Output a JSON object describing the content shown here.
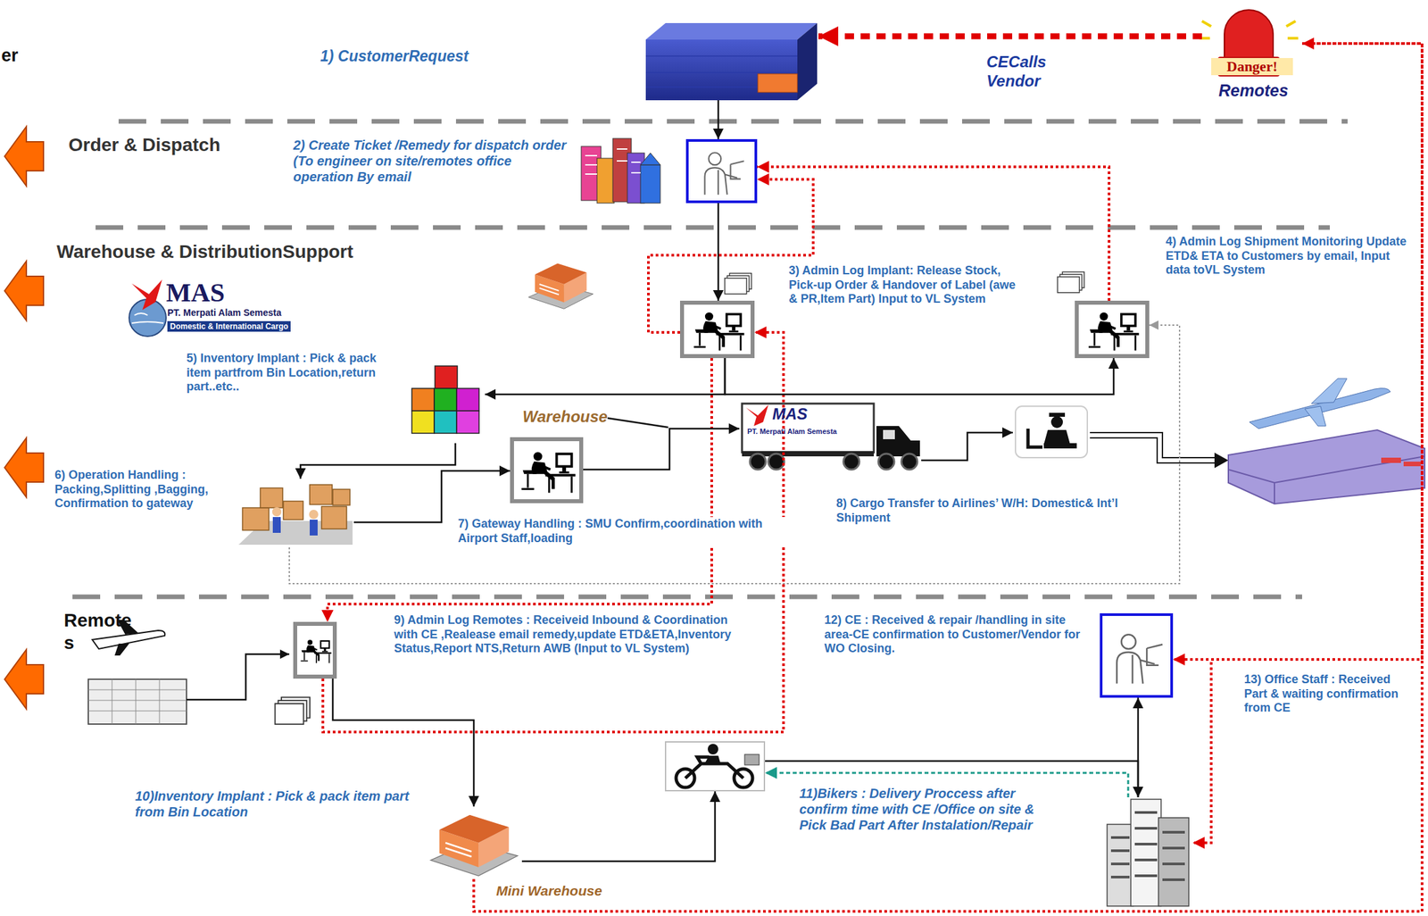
{
  "diagram": {
    "nodes": [
      {
        "text": [
          "1) CustomerRequest"
        ]
      },
      {
        "text": [
          "Danger!",
          "Remotes"
        ]
      },
      {
        "text": [
          "2) Create Ticket /Remedy for dispatch order (To engineer on site/remotes office operation By email"
        ]
      },
      {
        "text": [
          "3) Admin Log Implant: Release Stock, Pick-up Order & Handover of Label (awe & PR,Item Part) Input to VL System"
        ]
      },
      {
        "text": [
          "4) Admin Log Shipment Monitoring Update ETD& ETA to Customers by email, Input data toVL System"
        ]
      },
      {
        "text": [
          "5) Inventory Implant : Pick & pack item partfrom Bin Location,return part..etc.."
        ]
      },
      {
        "text": [
          "6) Operation Handling : Packing,Splitting ,Bagging, Confirmation to gateway"
        ]
      },
      {
        "text": [
          "7) Gateway Handling : SMU Confirm,coordination with Airport Staff,loading"
        ]
      },
      {
        "text": [
          "MAS",
          "PT. Merpati Alam Semesta"
        ]
      },
      {
        "text": [
          "8) Cargo Transfer to Airlines’ W/H: Domestic& Int’l Shipment"
        ]
      },
      {
        "text": [
          "9) Admin Log Remotes : Receiveid Inbound & Coordination with CE ,Realease email remedy,update ETD&ETA,Inventory Status,Report NTS,Return AWB (Input to VL System)"
        ]
      },
      {
        "text": [
          "10)Inventory Implant : Pick & pack item part from Bin Location",
          "Mini Warehouse"
        ]
      },
      {
        "text": [
          "11)Bikers : Delivery Proccess after confirm time with CE /Office on site & Pick Bad Part After Instalation/Repair"
        ]
      },
      {
        "text": [
          "12) CE : Received & repair /handling in site area-CE confirmation to Customer/Vendor for WO Closing."
        ]
      },
      {
        "text": [
          "13) Office Staff : Received Part & waiting confirmation from CE"
        ]
      }
    ],
    "edges": [
      {
        "from": 0,
        "to": 2,
        "arrow": "to"
      },
      {
        "from": 1,
        "to": 0,
        "label": "CECalls Vendor",
        "arrow": "to"
      },
      {
        "from": 2,
        "to": 3,
        "arrow": "to"
      },
      {
        "from": 3,
        "to": 2,
        "arrow": "to"
      },
      {
        "from": 4,
        "to": 2,
        "arrow": "to"
      },
      {
        "from": 3,
        "to": 10,
        "arrow": "to"
      },
      {
        "from": 10,
        "to": 3,
        "arrow": "to"
      },
      {
        "from": 3,
        "to": 5,
        "arrow": "to"
      },
      {
        "from": 3,
        "to": 4,
        "arrow": "to"
      },
      {
        "from": 5,
        "to": 6,
        "arrow": "to"
      },
      {
        "from": 6,
        "to": 7,
        "arrow": "to"
      },
      {
        "from": 7,
        "to": 8,
        "arrow": "to"
      },
      {
        "from": 8,
        "to": 9,
        "arrow": "to"
      },
      {
        "from": 6,
        "to": 4,
        "arrow": "to"
      },
      {
        "from": 10,
        "to": 11,
        "arrow": "to"
      },
      {
        "from": 11,
        "to": 12,
        "arrow": "to"
      },
      {
        "from": 13,
        "to": 14,
        "arrow": "both"
      },
      {
        "from": 12,
        "to": 14,
        "arrow": "none"
      },
      {
        "from": 14,
        "to": 12,
        "arrow": "to"
      },
      {
        "from": 11,
        "to": 1,
        "arrow": "to"
      },
      {
        "from": 1,
        "to": 13,
        "arrow": "to"
      },
      {
        "from": 1,
        "to": 14,
        "arrow": "to"
      }
    ],
    "labels": [
      "er",
      "Order & Dispatch",
      "Warehouse & DistributionSupport",
      "MAS",
      "PT. Merpati Alam Semesta",
      "Domestic & International Cargo",
      "Warehouse",
      "Remote s"
    ]
  }
}
